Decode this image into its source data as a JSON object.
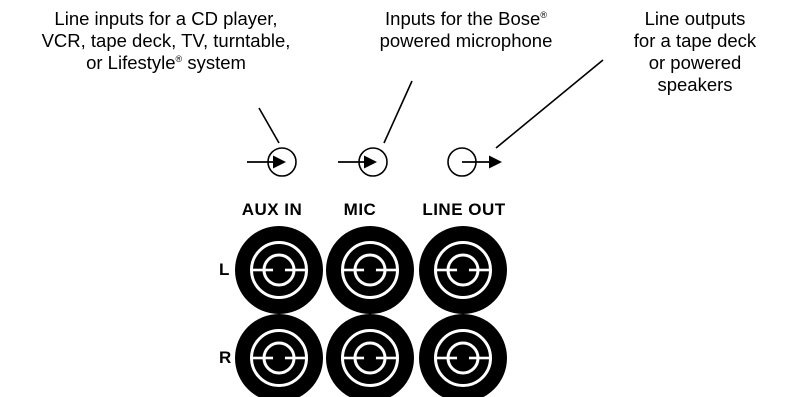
{
  "callouts": {
    "aux_in": {
      "lines": [
        "Line inputs for a CD player,",
        "VCR, tape deck, TV, turntable,",
        "or Lifestyle"
      ],
      "mark": "®",
      "suffix": " system"
    },
    "mic": {
      "lines": [
        "Inputs for the Bose",
        "powered microphone"
      ],
      "mark": "®"
    },
    "line_out": {
      "lines": [
        "Line outputs",
        "for a tape deck",
        "or powered",
        "speakers"
      ]
    }
  },
  "jacks": {
    "columns": [
      "AUX IN",
      "MIC",
      "LINE OUT"
    ],
    "rows": [
      "L",
      "R"
    ],
    "symbols": [
      "input-arrow-icon",
      "input-arrow-icon",
      "output-arrow-icon"
    ]
  },
  "colors": {
    "ink": "#000000",
    "paper": "#ffffff"
  }
}
